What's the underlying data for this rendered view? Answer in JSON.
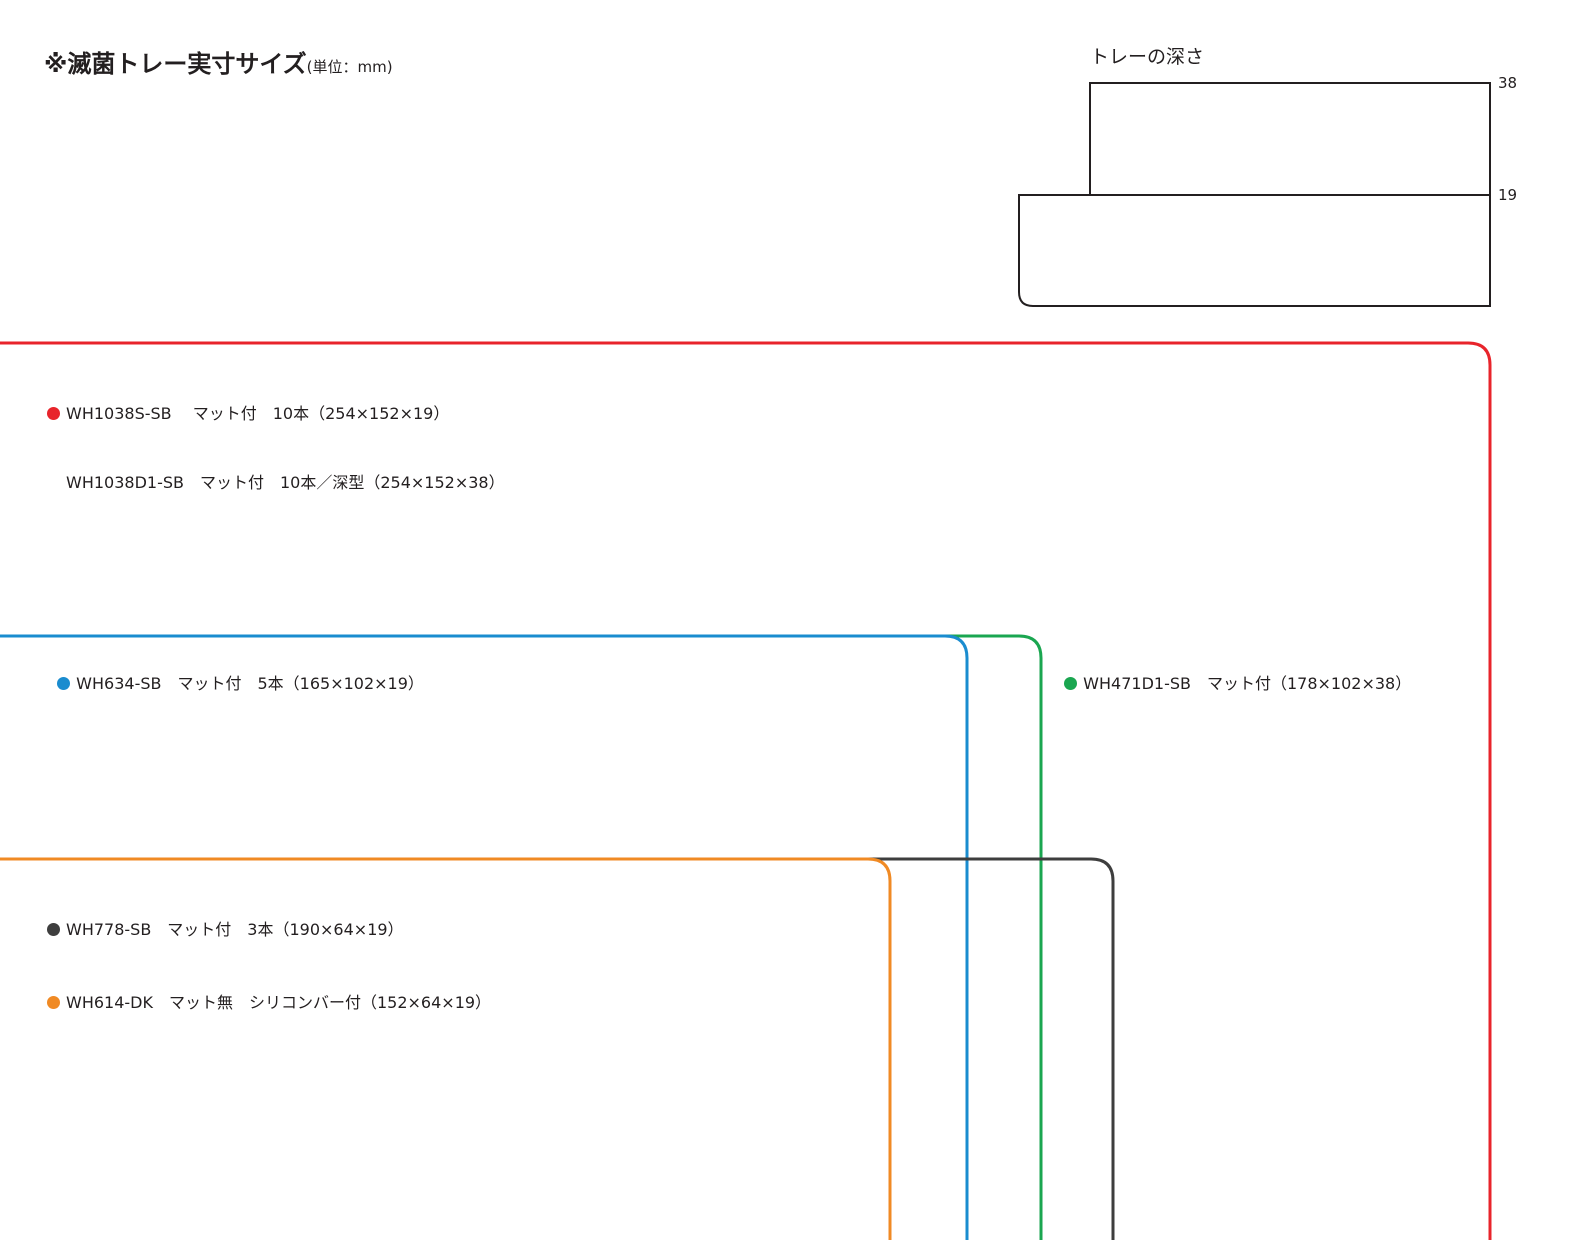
{
  "title": {
    "main": "※滅菌トレー実寸サイズ",
    "unit": "(単位：mm)"
  },
  "depth": {
    "title": "トレーの深さ",
    "deep_label": "38",
    "shallow_label": "19"
  },
  "trays": [
    {
      "color": "#e8242b",
      "lines": [
        "WH1038S-SB　 マット付　10本（254×152×19）",
        "WH1038D1-SB　マット付　10本／深型（254×152×38）"
      ]
    },
    {
      "color": "#1a8ccf",
      "lines": [
        "WH634-SB　マット付　5本（165×102×19）"
      ]
    },
    {
      "color": "#1aa650",
      "lines": [
        "WH471D1-SB　マット付（178×102×38）"
      ]
    },
    {
      "color": "#3e3e3e",
      "lines": [
        "WH778-SB　マット付　3本（190×64×19）"
      ]
    },
    {
      "color": "#f08a24",
      "lines": [
        "WH614-DK　マット無　シリコンバー付（152×64×19）"
      ]
    }
  ]
}
